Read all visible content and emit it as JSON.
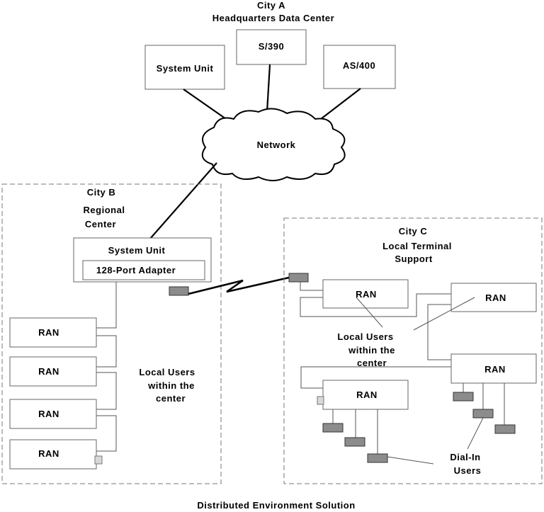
{
  "city_a": {
    "title": "City A",
    "subtitle": "Headquarters Data Center"
  },
  "hq": {
    "system_unit": "System Unit",
    "s390": "S/390",
    "as400": "AS/400",
    "network": "Network"
  },
  "city_b": {
    "line1": "City B",
    "line2": "Regional",
    "line3": "Center",
    "system_unit": "System Unit",
    "adapter": "128-Port Adapter",
    "rans": [
      "RAN",
      "RAN",
      "RAN",
      "RAN"
    ],
    "local_users": [
      "Local Users",
      "within the",
      "center"
    ]
  },
  "city_c": {
    "line1": "City C",
    "line2": "Local Terminal",
    "line3": "Support",
    "rans": [
      "RAN",
      "RAN",
      "RAN",
      "RAN"
    ],
    "local_users": [
      "Local Users",
      "within the",
      "center"
    ],
    "dial_in": [
      "Dial-In",
      "Users"
    ]
  },
  "caption": "Distributed Environment Solution"
}
